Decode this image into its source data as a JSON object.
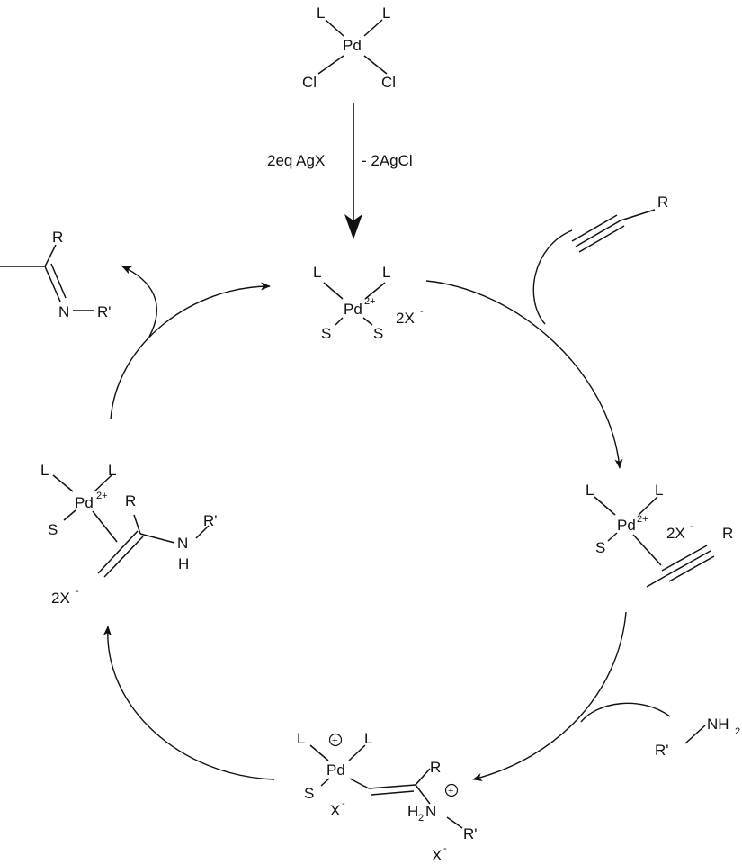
{
  "atoms": {
    "pd": "Pd",
    "l": "L",
    "cl": "Cl",
    "s": "S",
    "r": "R",
    "r_prime": "R'",
    "n": "N",
    "h": "H",
    "nh": "NH",
    "nh2": "NH",
    "h2n_h": "H",
    "h2n_n": "N",
    "sub2": "2",
    "x": "X",
    "two_x": "2X",
    "minus": "-",
    "charge_2plus": "2+",
    "plus_circle": "+"
  },
  "reagents": {
    "left": "2eq AgX",
    "right": "- 2AgCl"
  },
  "colors": {
    "ink": "#111111",
    "background": "#ffffff"
  }
}
